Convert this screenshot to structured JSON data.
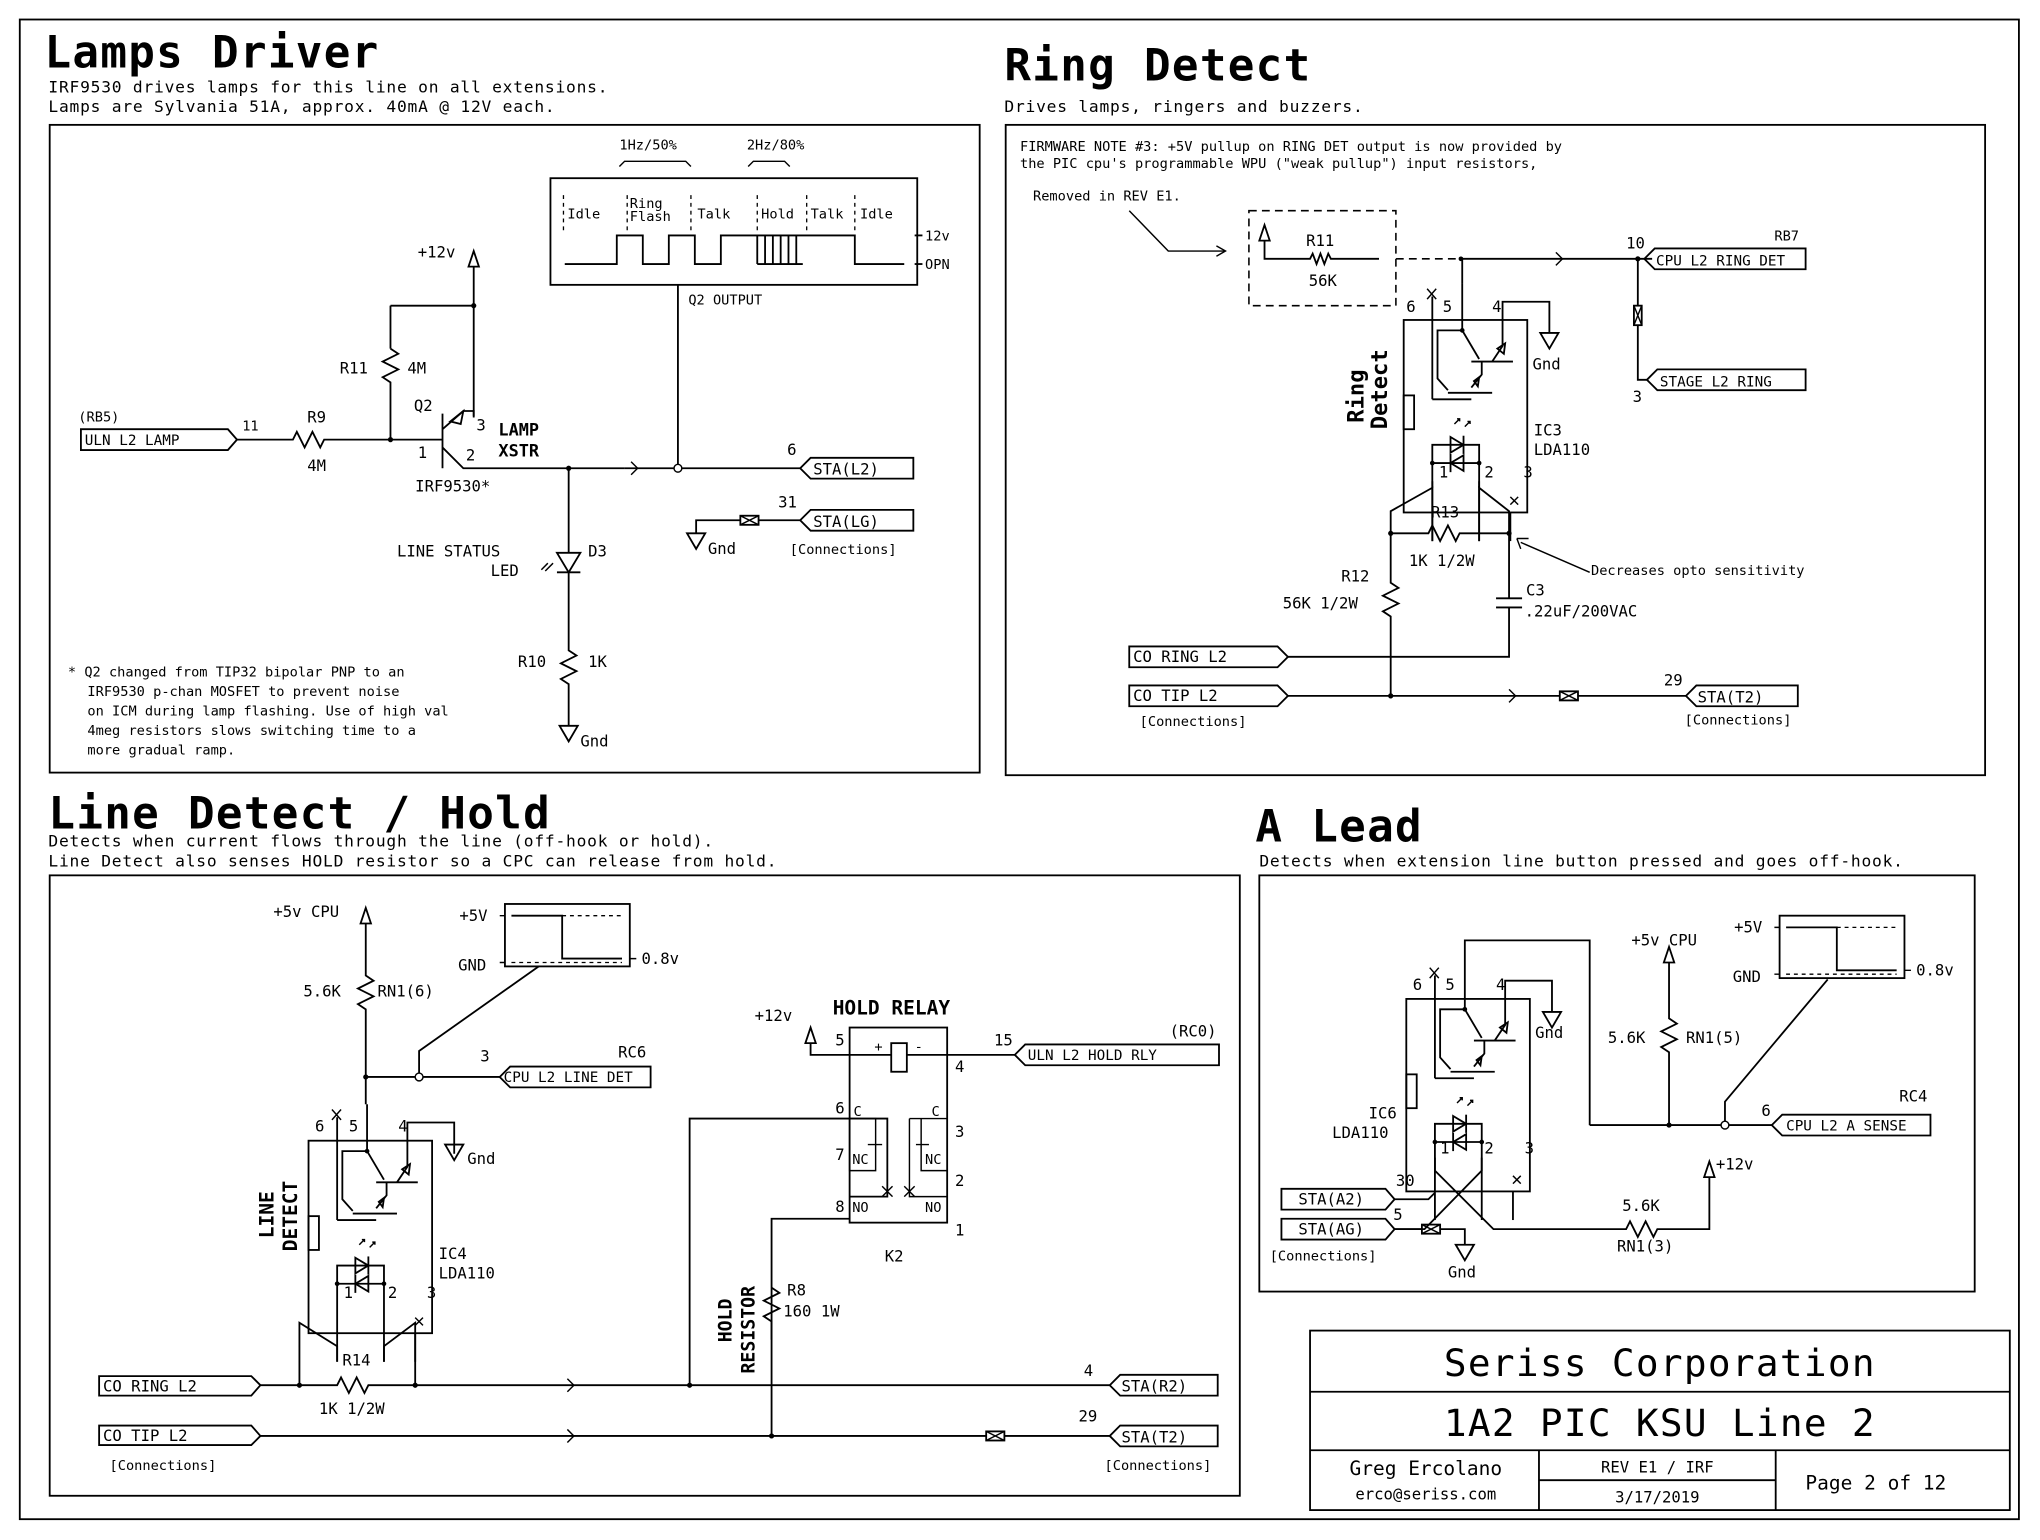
{
  "sheet": {
    "company": "Seriss Corporation",
    "project": "1A2 PIC KSU Line 2",
    "author": "Greg Ercolano",
    "email": "erco@seriss.com",
    "revision": "REV E1 / IRF",
    "date": "3/17/2019",
    "page": "Page 2 of 12"
  },
  "lamps": {
    "title": "Lamps Driver",
    "desc1": "IRF9530 drives lamps for this line on all extensions.",
    "desc2": "Lamps are Sylvania 51A, approx. 40mA @ 12V each.",
    "supply": "+12v",
    "r11_ref": "R11",
    "r11_val": "4M",
    "r9_ref": "R9",
    "r9_val": "4M",
    "q2_ref": "Q2",
    "q2_part": "IRF9530*",
    "q2_pin1": "1",
    "q2_pin2": "2",
    "q2_pin3": "3",
    "xstr1": "LAMP",
    "xstr2": "XSTR",
    "in_port": "ULN L2 LAMP",
    "in_pin": "11",
    "in_cpu": "(RB5)",
    "out_port": "STA(L2)",
    "out_pin": "6",
    "gnd_port": "STA(LG)",
    "gnd_pin": "31",
    "connections": "[Connections]",
    "gnd": "Gnd",
    "led_label1": "LINE STATUS",
    "led_label2": "LED",
    "led_ref": "D3",
    "r10_ref": "R10",
    "r10_val": "1K",
    "timing": {
      "freq1": "1Hz/50%",
      "freq2": "2Hz/80%",
      "states": [
        "Idle",
        "Ring",
        "Flash",
        "Talk",
        "Hold",
        "Talk",
        "Idle"
      ],
      "high": "12v",
      "low": "OPN",
      "caption": "Q2 OUTPUT"
    },
    "note": [
      "* Q2 changed from TIP32 bipolar PNP to an",
      "IRF9530 p-chan MOSFET to prevent noise",
      "on ICM during lamp flashing. Use of high val",
      "4meg resistors slows switching time to a",
      "more gradual ramp."
    ]
  },
  "ring": {
    "title": "Ring Detect",
    "desc": "Drives lamps, ringers and buzzers.",
    "note1": "FIRMWARE NOTE #3: +5V pullup on RING DET output is now provided by",
    "note2": "the PIC cpu's programmable WPU (\"weak pullup\") input resistors,",
    "removed": "Removed in REV E1.",
    "r11_ref": "R11",
    "r11_val": "56K",
    "cpu_port": "CPU L2 RING DET",
    "cpu_pin": "10",
    "cpu_reg": "RB7",
    "stage_port": "STAGE L2 RING",
    "stage_pin": "3",
    "ic_ref": "IC3",
    "ic_part": "LDA110",
    "vlabel1": "Ring",
    "vlabel2": "Detect",
    "pins": [
      "6",
      "5",
      "4",
      "1",
      "2",
      "3"
    ],
    "gnd": "Gnd",
    "r13_ref": "R13",
    "r13_val": "1K 1/2W",
    "r12_ref": "R12",
    "r12_val": "56K 1/2W",
    "c3_ref": "C3",
    "c3_val": ".22uF/200VAC",
    "annotation": "Decreases opto sensitivity",
    "co_ring": "CO RING L2",
    "co_tip": "CO TIP L2",
    "sta_port": "STA(T2)",
    "sta_pin": "29",
    "connections": "[Connections]"
  },
  "line": {
    "title": "Line Detect / Hold",
    "desc1": "Detects when current flows through the line (off-hook or hold).",
    "desc2": "Line Detect also senses HOLD resistor so a CPC can release from hold.",
    "supply": "+5v CPU",
    "rn_val": "5.6K",
    "rn_ref": "RN1(6)",
    "scope_hi": "+5V",
    "scope_lo": "GND",
    "scope_th": "0.8v",
    "cpu_port": "CPU L2 LINE DET",
    "cpu_pin": "3",
    "cpu_reg": "RC6",
    "ic_ref": "IC4",
    "ic_part": "LDA110",
    "vlabel1": "LINE",
    "vlabel2": "DETECT",
    "pins": [
      "6",
      "5",
      "4",
      "1",
      "2",
      "3"
    ],
    "gnd": "Gnd",
    "r14_ref": "R14",
    "r14_val": "1K 1/2W",
    "co_ring": "CO RING L2",
    "co_tip": "CO TIP L2",
    "connections": "[Connections]",
    "relay": {
      "title": "HOLD RELAY",
      "supply": "+12v",
      "ref": "K2",
      "pins": [
        "5",
        "4",
        "6",
        "3",
        "7",
        "2",
        "8",
        "1"
      ],
      "c": "C",
      "nc": "NC",
      "no": "NO",
      "plus": "+",
      "minus": "-",
      "port": "ULN L2 HOLD RLY",
      "port_pin": "15",
      "port_reg": "(RC0)"
    },
    "hold_label1": "HOLD",
    "hold_label2": "RESISTOR",
    "r8_ref": "R8",
    "r8_val": "160 1W",
    "sta_r": "STA(R2)",
    "sta_r_pin": "4",
    "sta_t": "STA(T2)",
    "sta_t_pin": "29"
  },
  "alead": {
    "title": "A Lead",
    "desc": "Detects when extension line button pressed and goes off-hook.",
    "supply": "+5v CPU",
    "rn_val": "5.6K",
    "rn_ref": "RN1(5)",
    "scope_hi": "+5V",
    "scope_lo": "GND",
    "scope_th": "0.8v",
    "cpu_port": "CPU L2 A SENSE",
    "cpu_pin": "6",
    "cpu_reg": "RC4",
    "ic_ref": "IC6",
    "ic_part": "LDA110",
    "pins": [
      "6",
      "5",
      "4",
      "1",
      "2",
      "3"
    ],
    "gnd": "Gnd",
    "sta_a": "STA(A2)",
    "sta_a_pin": "30",
    "sta_ag": "STA(AG)",
    "sta_ag_pin": "5",
    "r_val": "5.6K",
    "r_ref": "RN1(3)",
    "supply12": "+12v",
    "connections": "[Connections]"
  }
}
